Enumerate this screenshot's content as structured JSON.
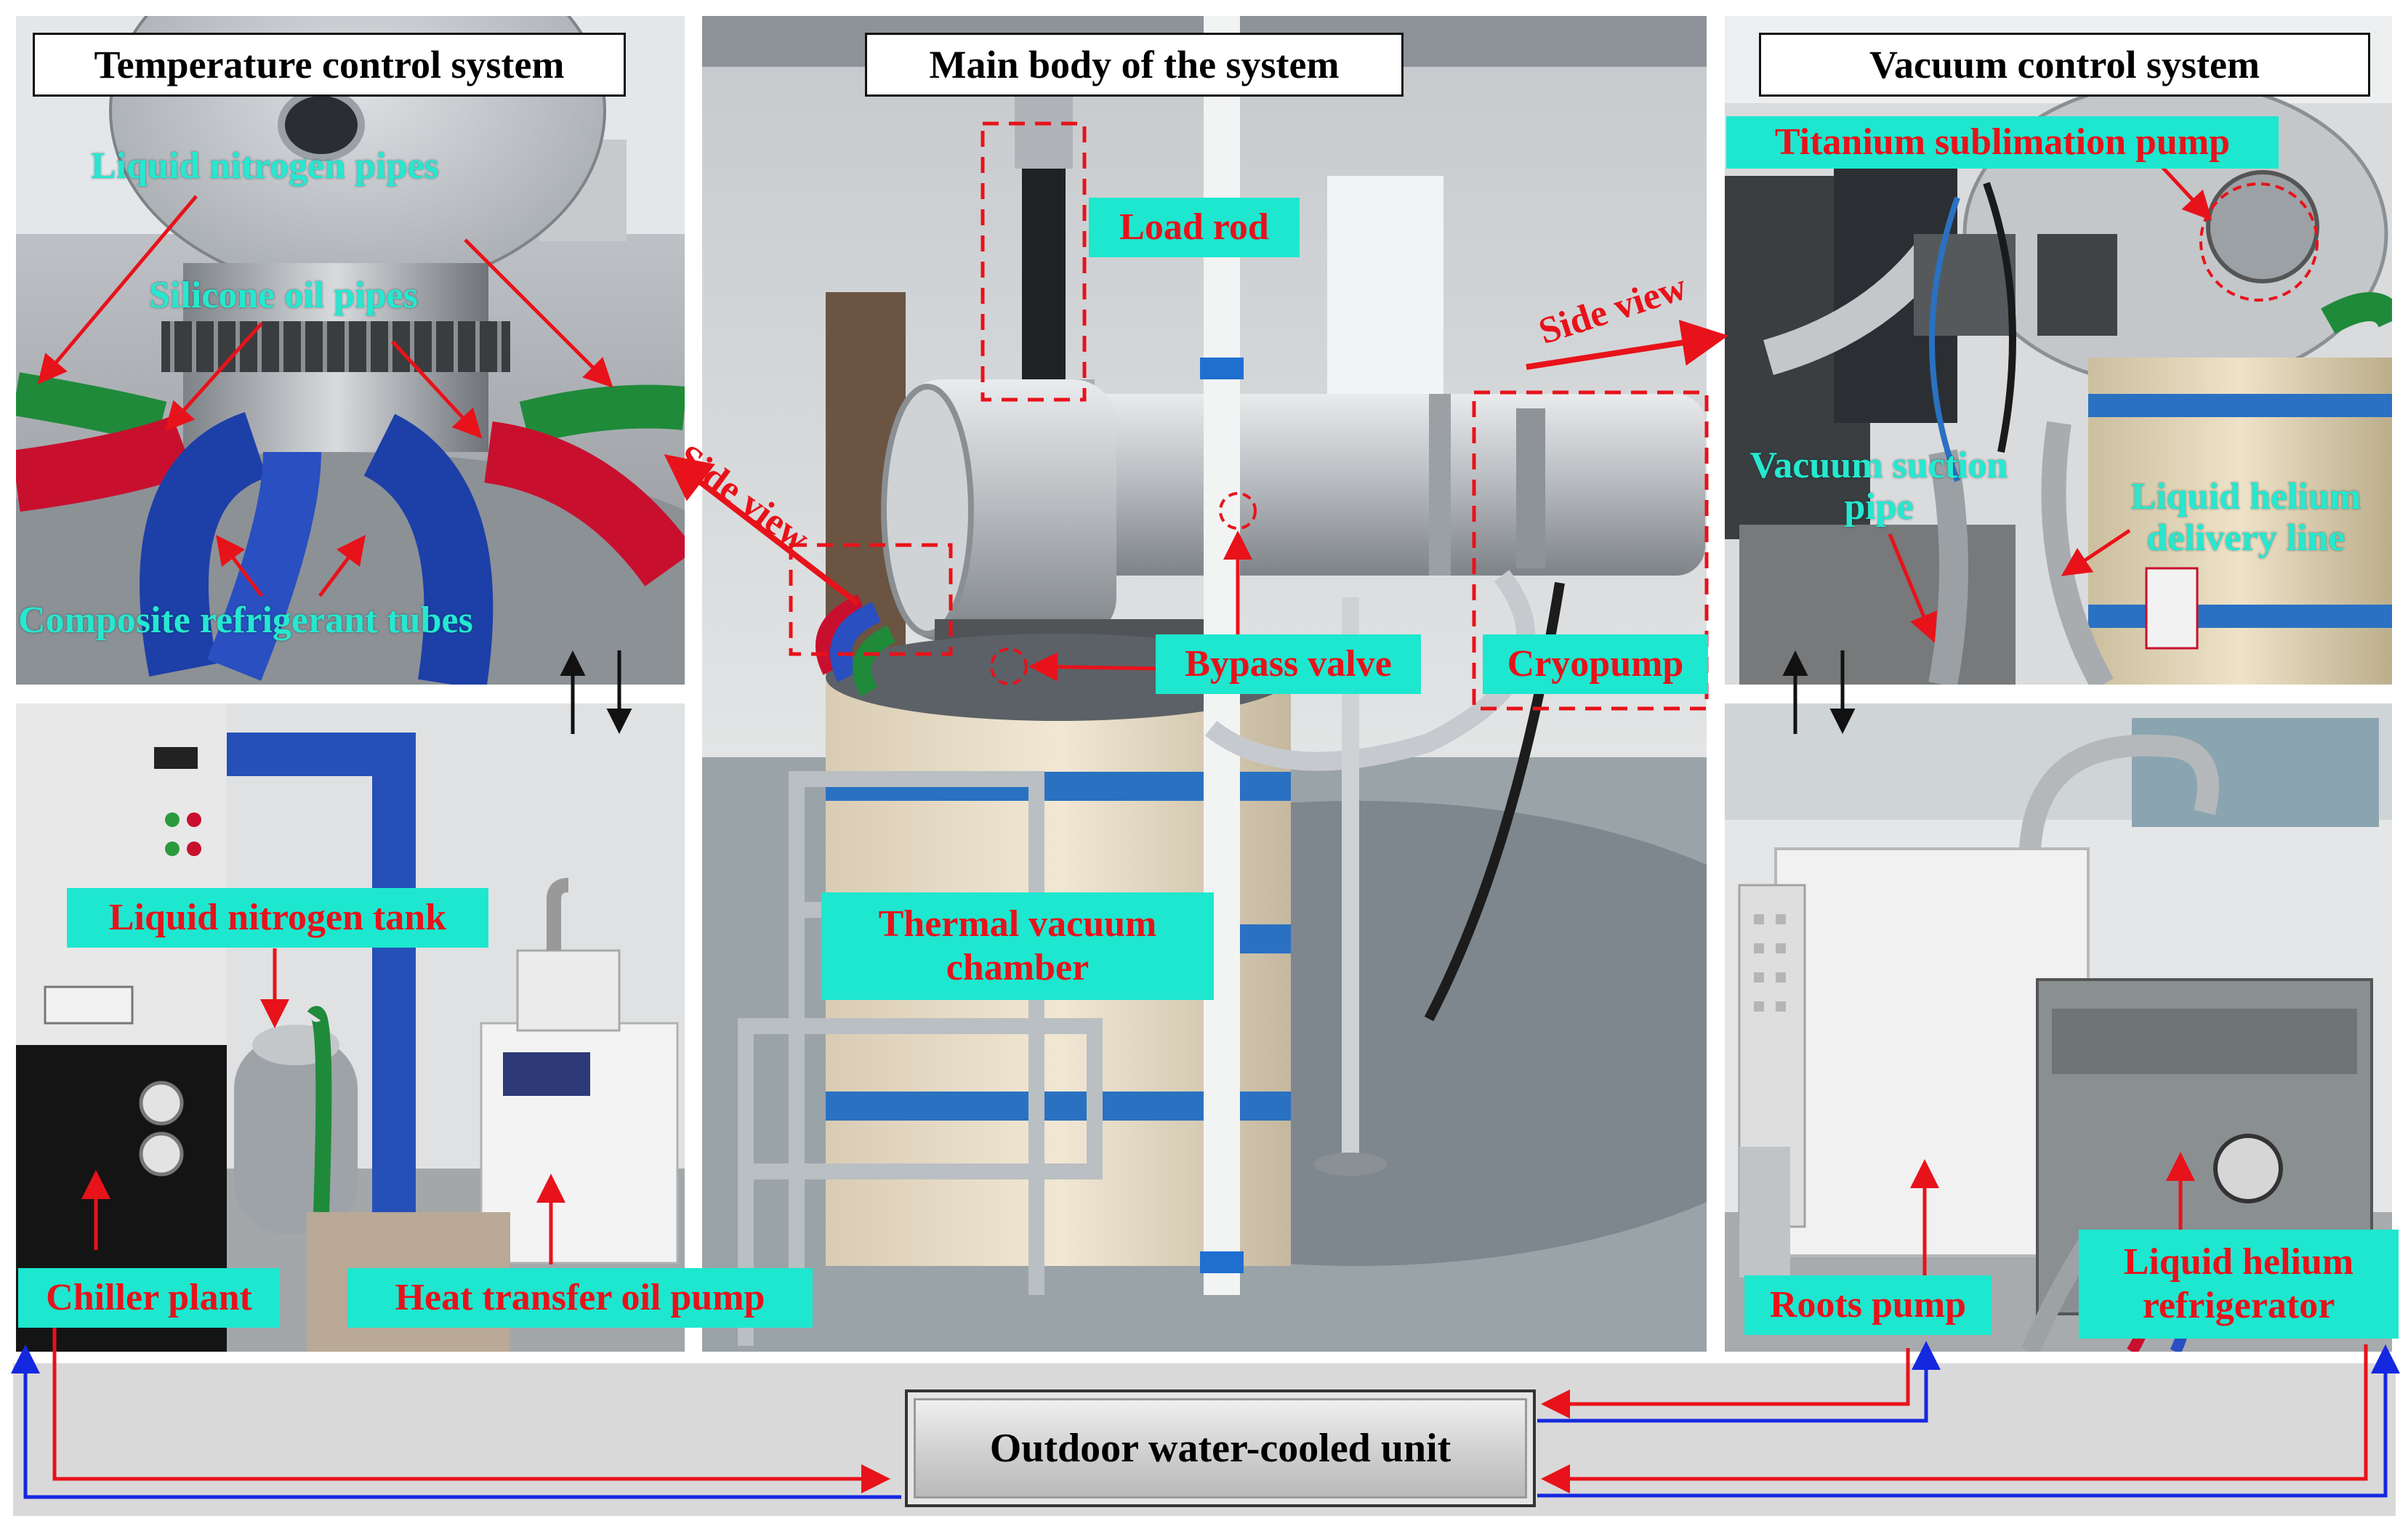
{
  "panels": {
    "temperature_title": "Temperature control system",
    "main_title": "Main body of the system",
    "vacuum_title": "Vacuum control system"
  },
  "labels": {
    "liquid_nitrogen_pipes": "Liquid nitrogen pipes",
    "silicone_oil_pipes": "Silicone oil pipes",
    "composite_refrigerant_tubes": "Composite refrigerant tubes",
    "liquid_nitrogen_tank": "Liquid nitrogen tank",
    "chiller_plant": "Chiller plant",
    "heat_transfer_oil_pump": "Heat transfer oil pump",
    "load_rod": "Load rod",
    "side_view_left": "Side view",
    "side_view_right": "Side view",
    "bypass_valve": "Bypass valve",
    "cryopump": "Cryopump",
    "thermal_vacuum_chamber": "Thermal vacuum chamber",
    "titanium_sublimation_pump": "Titanium sublimation pump",
    "vacuum_suction_pipe": "Vacuum suction pipe",
    "liquid_helium_delivery_line": "Liquid helium delivery line",
    "roots_pump": "Roots pump",
    "liquid_helium_refrigerator": "Liquid helium refrigerator",
    "outdoor_water_cooled_unit": "Outdoor water-cooled unit"
  },
  "colors": {
    "label_bg": "#1de7cf",
    "label_text": "#e8121a",
    "arrow_red": "#e8121a",
    "arrow_blue": "#1428e0",
    "bottom_band": "#d9d9d9"
  }
}
